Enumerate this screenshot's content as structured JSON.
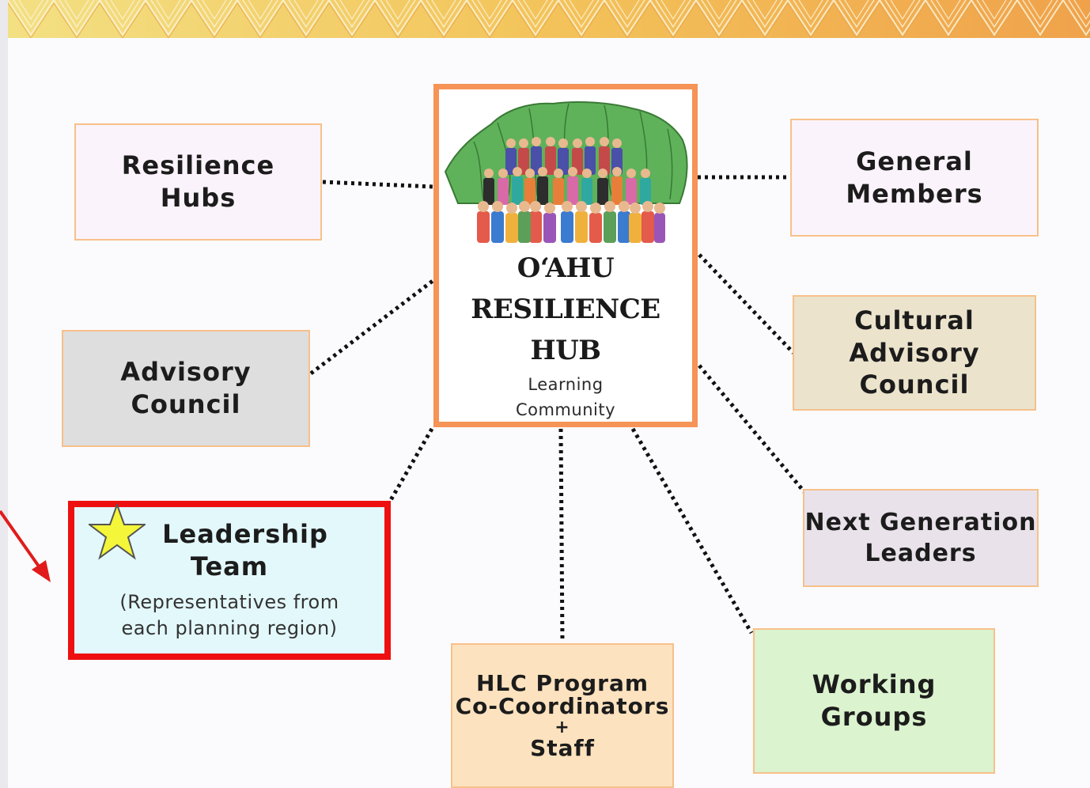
{
  "center": {
    "title_line1": "O‘AHU",
    "title_line2": "RESILIENCE",
    "title_line3": "HUB",
    "subtitle_line1": "Learning",
    "subtitle_line2": "Community"
  },
  "nodes": {
    "resilience_hubs": [
      "Resilience",
      "Hubs"
    ],
    "general_members": [
      "General",
      "Members"
    ],
    "advisory_council": [
      "Advisory",
      "Council"
    ],
    "cultural_advisory_council": [
      "Cultural",
      "Advisory Council"
    ],
    "next_generation_leaders": [
      "Next Generation",
      "Leaders"
    ],
    "leadership_team": {
      "title": [
        "Leadership",
        "Team"
      ],
      "note": [
        "(Representatives from",
        "each planning region)"
      ]
    },
    "hlc_program": [
      "HLC Program",
      "Co-Coordinators",
      "+",
      "Staff"
    ],
    "working_groups": [
      "Working",
      "Groups"
    ]
  },
  "colors": {
    "center_border": "#f69356",
    "node_border": "#f7c08a",
    "highlight_border": "#ee1010",
    "star_fill": "#f4f63a",
    "connector": "#111111"
  },
  "icons": {
    "highlight_marker": "star-icon",
    "pointer": "red-arrow-icon",
    "center_image": "mountain-with-crowd-illustration"
  }
}
